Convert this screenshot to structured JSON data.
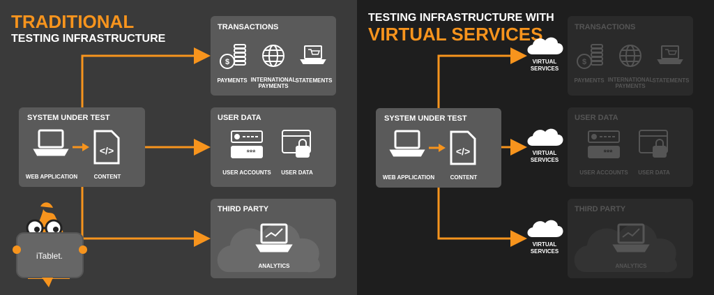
{
  "traditional": {
    "title_line1": "TRADITIONAL",
    "title_line2": "TESTING INFRASTRUCTURE",
    "system": {
      "title": "SYSTEM UNDER TEST",
      "web_app_label": "WEB APPLICATION",
      "content_label": "CONTENT"
    },
    "transactions": {
      "title": "TRANSACTIONS",
      "payments_label": "PAYMENTS",
      "intl_label_1": "INTERNATIONAL",
      "intl_label_2": "PAYMENTS",
      "statements_label": "STATEMENTS"
    },
    "user_data": {
      "title": "USER DATA",
      "accounts_label": "USER ACCOUNTS",
      "data_label": "USER DATA"
    },
    "third_party": {
      "title": "THIRD PARTY",
      "analytics_label": "ANALYTICS"
    },
    "mascot": {
      "tablet_text": "iTablet."
    }
  },
  "virtual": {
    "title_line1": "TESTING INFRASTRUCTURE WITH",
    "title_line2": "VIRTUAL SERVICES",
    "system": {
      "title": "SYSTEM UNDER TEST",
      "web_app_label": "WEB APPLICATION",
      "content_label": "CONTENT"
    },
    "cloud_label_1": "VIRTUAL",
    "cloud_label_2": "SERVICES",
    "transactions": {
      "title": "TRANSACTIONS",
      "payments_label": "PAYMENTS",
      "intl_label_1": "INTERNATIONAL",
      "intl_label_2": "PAYMENTS",
      "statements_label": "STATEMENTS"
    },
    "user_data": {
      "title": "USER DATA",
      "accounts_label": "USER ACCOUNTS",
      "data_label": "USER DATA"
    },
    "third_party": {
      "title": "THIRD PARTY",
      "analytics_label": "ANALYTICS"
    }
  },
  "colors": {
    "accent_orange": "#f7941d",
    "left_bg": "#3a3a3a",
    "right_bg": "#1e1e1e",
    "panel_left": "#5a5a5a",
    "panel_right_faded": "#2a2a2a",
    "text_white": "#ffffff",
    "text_faded": "#555555"
  }
}
